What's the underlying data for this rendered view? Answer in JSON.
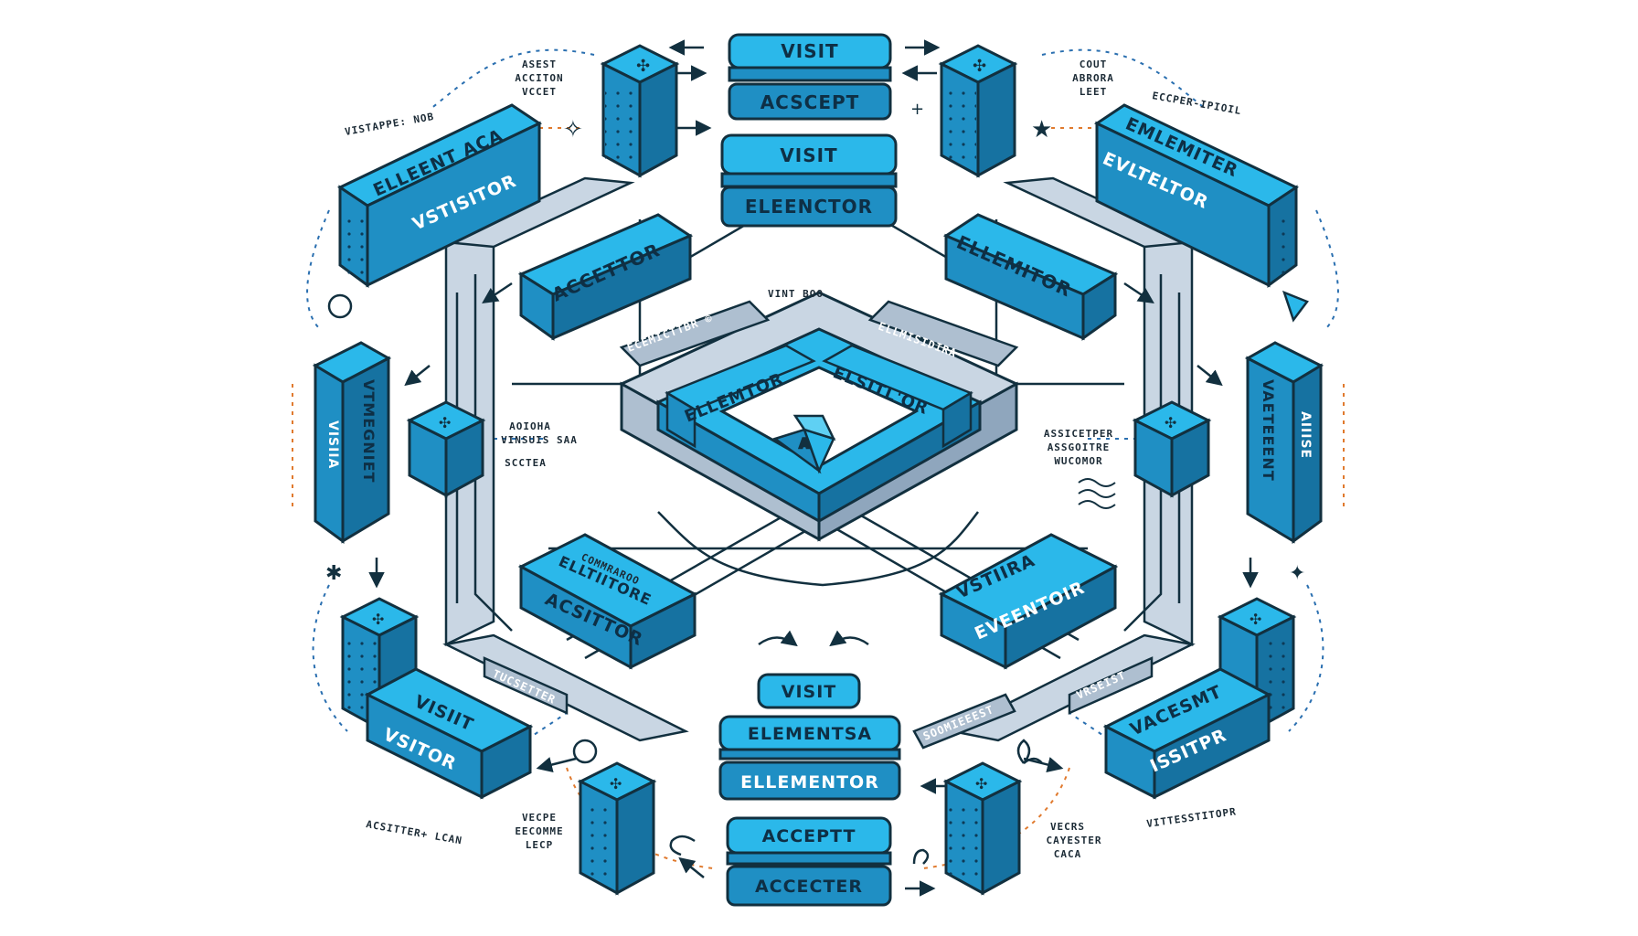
{
  "colors": {
    "block_top": "#2bb8ea",
    "block_front": "#1f8fc4",
    "block_side": "#1672a1",
    "outline": "#12303f",
    "frame": "#aebfd0",
    "frame_dark": "#7f95ab",
    "dash_blue": "#2a6fb0",
    "dash_orange": "#e07a2e",
    "label_text": "#0e2f45"
  },
  "stack_top": {
    "upper": "VISIT",
    "lower": "ACSCEPT"
  },
  "stack_top_inner": {
    "upper": "VISIT",
    "lower": "ELEENCTOR"
  },
  "stack_bottom_inner": {
    "upper": "VISIT",
    "middle": "ELEMENTSA",
    "lower": "ELLEMENTOR"
  },
  "stack_bottom": {
    "upper": "ACCEPTT",
    "lower": "ACCECTER"
  },
  "block_upper_left": {
    "line1": "ELLEENT ACA",
    "line2": "VSTISITOR"
  },
  "block_upper_right": {
    "line1": "EMLEMITER",
    "line2": "EVLTELTOR"
  },
  "block_inner_upper_left": {
    "line1": "ACCETTOR"
  },
  "block_inner_upper_right": {
    "line1": "ELLEMITOR"
  },
  "block_center_left": {
    "line1": "ELLEMTOR"
  },
  "block_center_right": {
    "line1": "ELSITL'OR"
  },
  "block_inner_lower_left": {
    "line1": "ELLTIITORE",
    "line2": "ACSITTOR"
  },
  "block_inner_lower_right": {
    "line1": "VSTIIRA",
    "line2": "EVEENTOIR"
  },
  "block_lower_left": {
    "line1": "VISIIT",
    "line2": "VSITOR"
  },
  "block_lower_right": {
    "line1": "VACESMT",
    "line2": "ISSITPR"
  },
  "pillar_left": {
    "line1": "VTMEGNIET",
    "line2": "VISIIA"
  },
  "pillar_right": {
    "line1": "VAETEEENT",
    "line2": "AIIISE"
  },
  "annotations": {
    "top_left": [
      "ASEST",
      "ACCITON",
      "VCCET"
    ],
    "top_right": [
      "COUT",
      "ABRORA",
      "LEET"
    ],
    "upper_left_heading": "VISTAPPE: NOB",
    "upper_right_heading": "ECCPER-IPIOIL",
    "center_top": "VINT BOO",
    "center_left_ribbon": "ECEMICTTBR ©",
    "center_right_ribbon": "ELLMISIDIRA",
    "mid_left": [
      "AOIOHA",
      "VINSUIS SAA",
      "SCCTEA"
    ],
    "mid_right": [
      "ASSICETPER",
      "ASSGOITRE",
      "WUCOMOR"
    ],
    "ribbon_lower_left": "TUCSETTER",
    "ribbon_lower_right": "VRSEIST",
    "ribbon_bottom_right": "SOOMIEEEST",
    "lower_left_small": "COMMRAROO",
    "bottom_left_caption": "ACSITTER+ LCAN",
    "bottom_left_stack": [
      "VECPE",
      "EECOMME",
      "LECP"
    ],
    "bottom_right_stack": [
      "VECRS",
      "CAYESTER",
      "CACA"
    ],
    "bottom_right_caption": "VITTESSTITOPR"
  }
}
